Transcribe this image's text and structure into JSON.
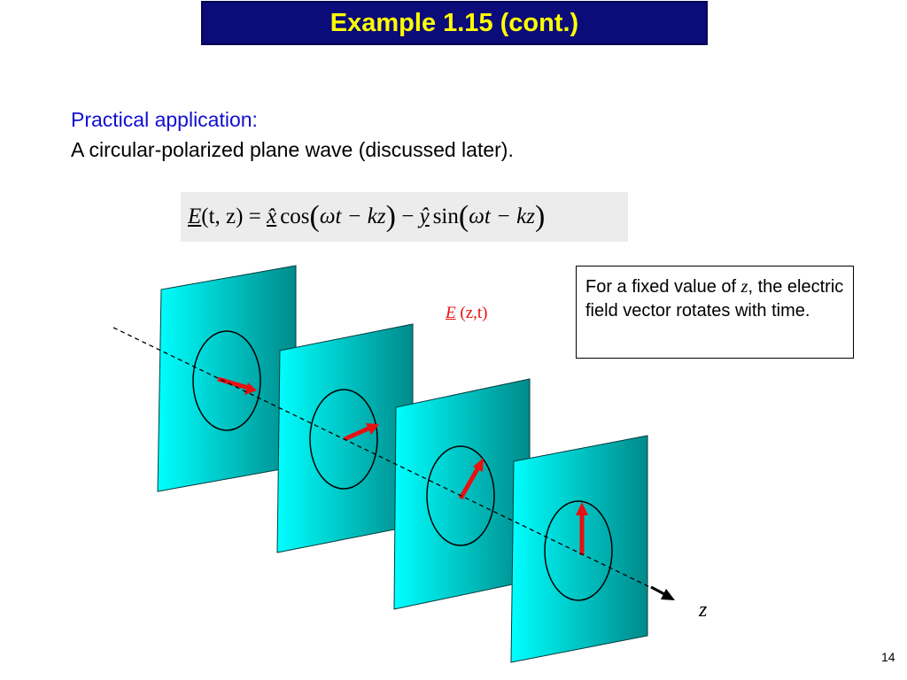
{
  "slide": {
    "title": "Example 1.15 (cont.)",
    "subheading": "Practical application:",
    "description": "A circular-polarized plane wave (discussed later).",
    "equation": {
      "lhs_vec": "E",
      "lhs_args": "(t, z) = ",
      "xhat": "x̂",
      "cos": "cos",
      "arg1": "ωt − kz",
      "minus": " − ",
      "yhat": "ŷ",
      "sin": "sin",
      "arg2": "ωt − kz"
    },
    "field_label_vec": "E",
    "field_label_args": " (z,t)",
    "note": {
      "before": "For a fixed value of ",
      "var": "z",
      "after": ", the electric field vector rotates with time."
    },
    "axis_label": "z",
    "page_number": "14"
  },
  "colors": {
    "title_bg": "#0b0b7a",
    "title_text": "#ffff00",
    "subheading": "#1010d0",
    "plate_light": "#00ffff",
    "plate_dark": "#008a8a",
    "arrow": "#e81010"
  }
}
